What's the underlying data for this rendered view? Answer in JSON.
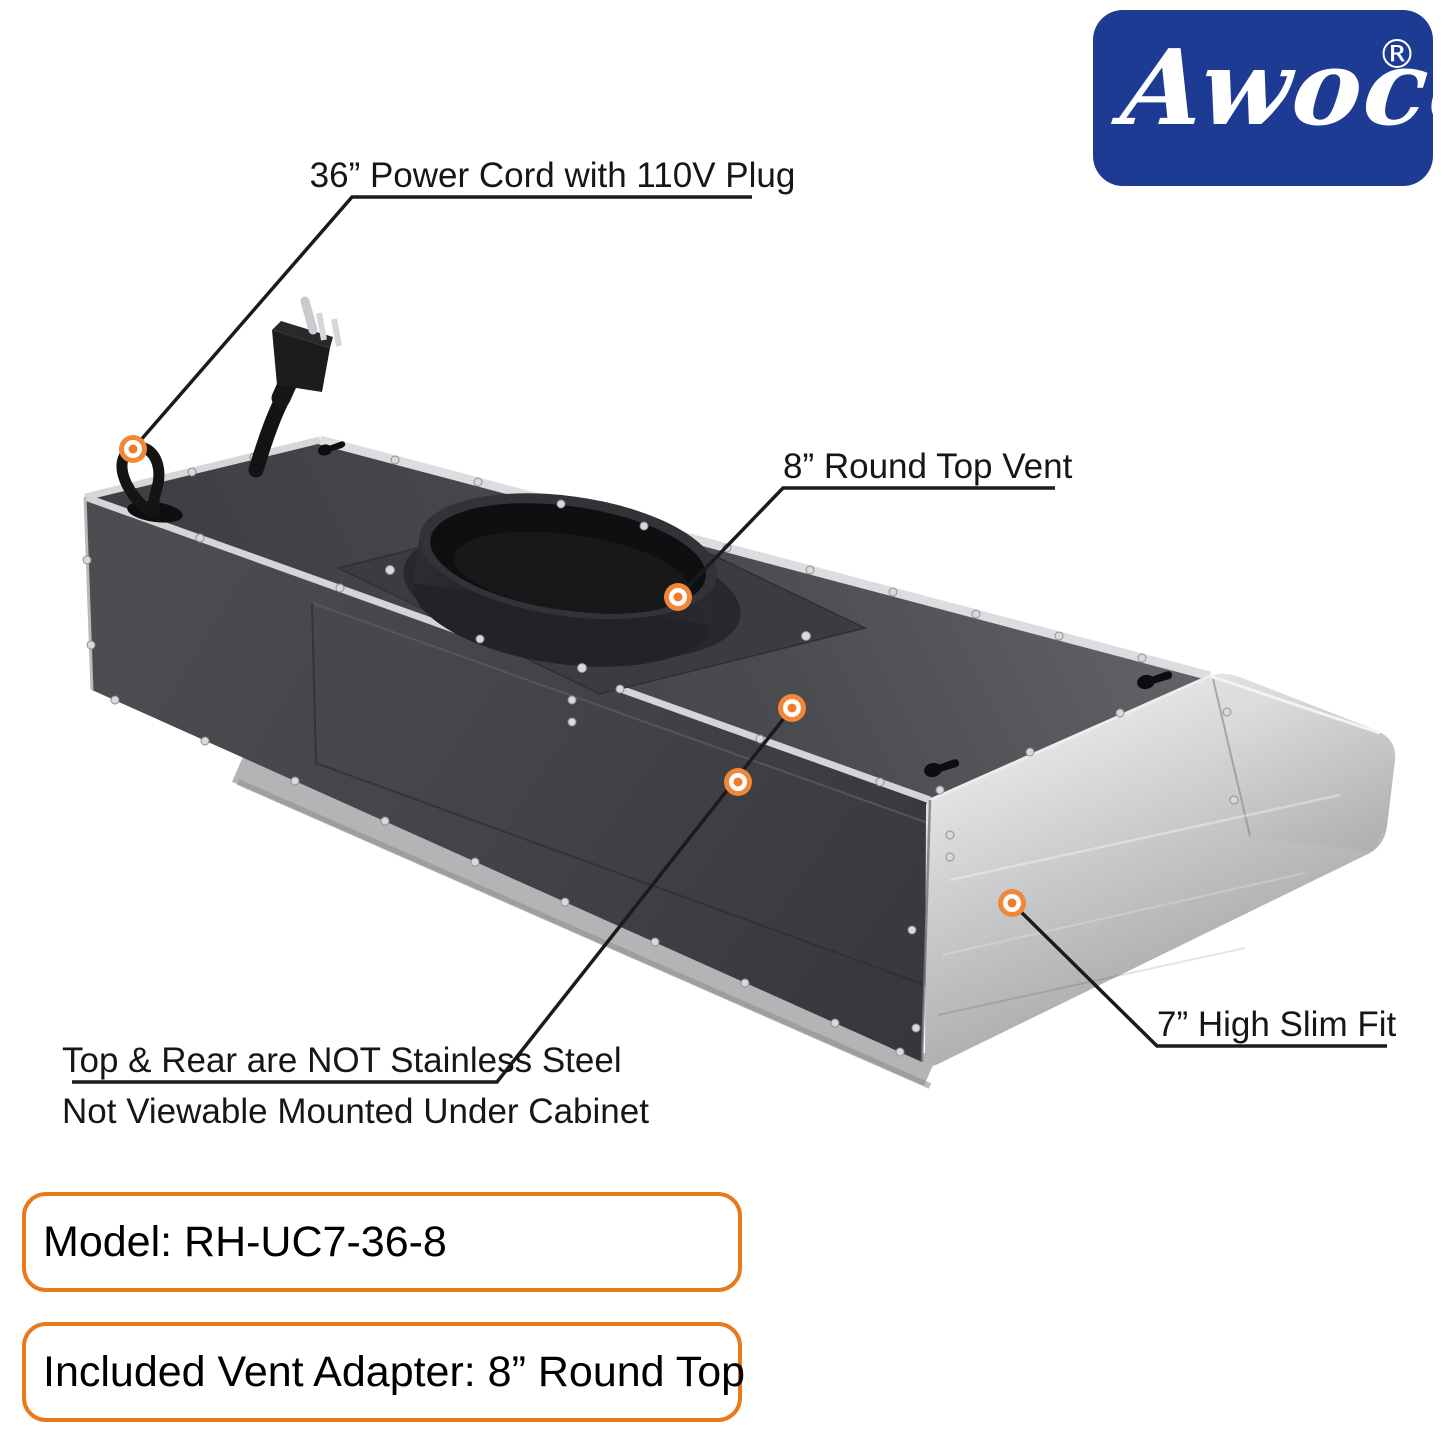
{
  "brand": {
    "name": "Awoco",
    "registered": "®",
    "logo_blue": "#1E3B94",
    "logo_text_color": "#FFFFFF"
  },
  "callouts": {
    "power_cord": "36” Power Cord with 110V Plug",
    "top_vent": "8” Round Top Vent",
    "slim_fit": "7” High Slim Fit",
    "rear_note_line1": "Top & Rear are NOT Stainless Steel",
    "rear_note_line2": "Not Viewable Mounted Under Cabinet"
  },
  "info_boxes": [
    {
      "text": "Model: RH-UC7-36-8"
    },
    {
      "text": "Included Vent Adapter: 8” Round Top"
    }
  ],
  "colors": {
    "accent_marker_orange": "#F18737",
    "info_box_border_orange": "#E8791D",
    "leader_line_black": "#1B1B1B",
    "hood_dark_gray": "#434448",
    "hood_stainless": "#C9CACC"
  }
}
